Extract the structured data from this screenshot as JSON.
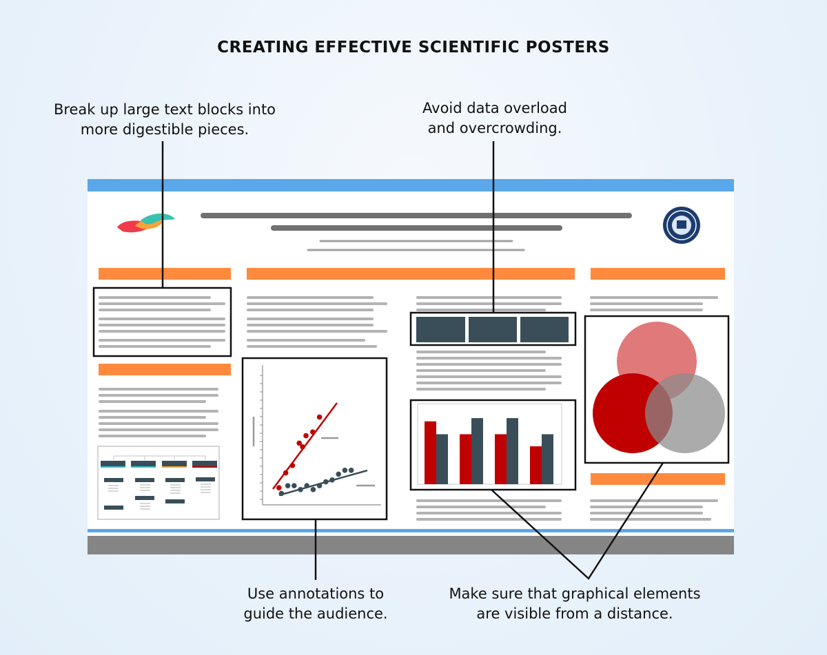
{
  "title": "CREATING EFFECTIVE SCIENTIFIC POSTERS",
  "callouts": {
    "text_blocks": {
      "line1": "Break up large text blocks into",
      "line2": "more digestible pieces."
    },
    "data_overload": {
      "line1": "Avoid data overload",
      "line2": "and overcrowding."
    },
    "annotations": {
      "line1": "Use annotations to",
      "line2": "guide the audience."
    },
    "graphics": {
      "line1": "Make sure that graphical elements",
      "line2": "are visible from a distance."
    }
  },
  "colors": {
    "poster_header_bar": "#5aa7ea",
    "poster_footer_bar": "#858585",
    "section_header": "#ff8a3d",
    "dark_slate": "#3a4e59",
    "red": "#c00000",
    "light_red": "#e07a7a",
    "gray": "#a9a9a9",
    "text_line": "#b3b3b3"
  },
  "icons": {
    "logo": "swirl-logo-icon",
    "seal": "university-seal-icon"
  },
  "bar_chart_data": {
    "type": "bar",
    "series": [
      {
        "values": [
          78,
          62,
          62,
          47
        ]
      },
      {
        "values": [
          62,
          82,
          82,
          62
        ]
      }
    ]
  },
  "scatter_data": {
    "type": "scatter",
    "series": [
      {
        "points": [
          [
            1,
            2
          ],
          [
            2,
            6
          ],
          [
            3,
            8
          ],
          [
            4,
            14
          ],
          [
            4.5,
            13
          ],
          [
            5,
            16
          ],
          [
            6,
            17
          ],
          [
            7,
            21
          ]
        ]
      },
      {
        "points": [
          [
            2,
            1
          ],
          [
            3,
            3
          ],
          [
            4,
            3
          ],
          [
            5,
            2
          ],
          [
            6,
            3
          ],
          [
            7,
            2
          ],
          [
            8,
            3
          ],
          [
            9,
            4
          ],
          [
            10,
            4.5
          ],
          [
            11,
            6
          ],
          [
            12,
            7
          ],
          [
            13,
            7
          ]
        ]
      }
    ]
  }
}
